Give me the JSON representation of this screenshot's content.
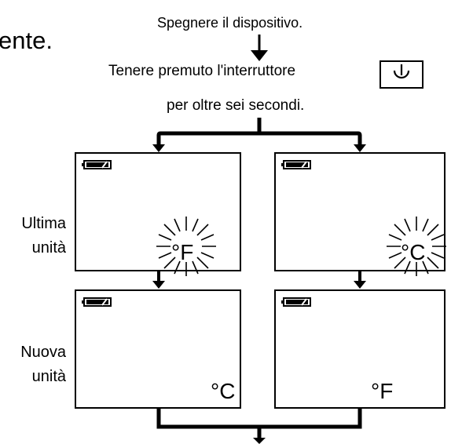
{
  "header_fragment": "ente.",
  "steps": {
    "power_off": "Spegnere il dispositivo.",
    "hold_switch": "Tenere premuto l'interruttore",
    "duration": "per oltre sei secondi."
  },
  "labels": {
    "last_unit": [
      "Ultima",
      "unità"
    ],
    "new_unit": [
      "Nuova",
      "unità"
    ]
  },
  "screens": {
    "left_last_unit": "°F",
    "right_last_unit": "°C",
    "left_new_unit": "°C",
    "right_new_unit": "°F"
  },
  "icons": {
    "power": "power-icon",
    "battery": "battery-icon",
    "flashing": "flashing-rays"
  }
}
